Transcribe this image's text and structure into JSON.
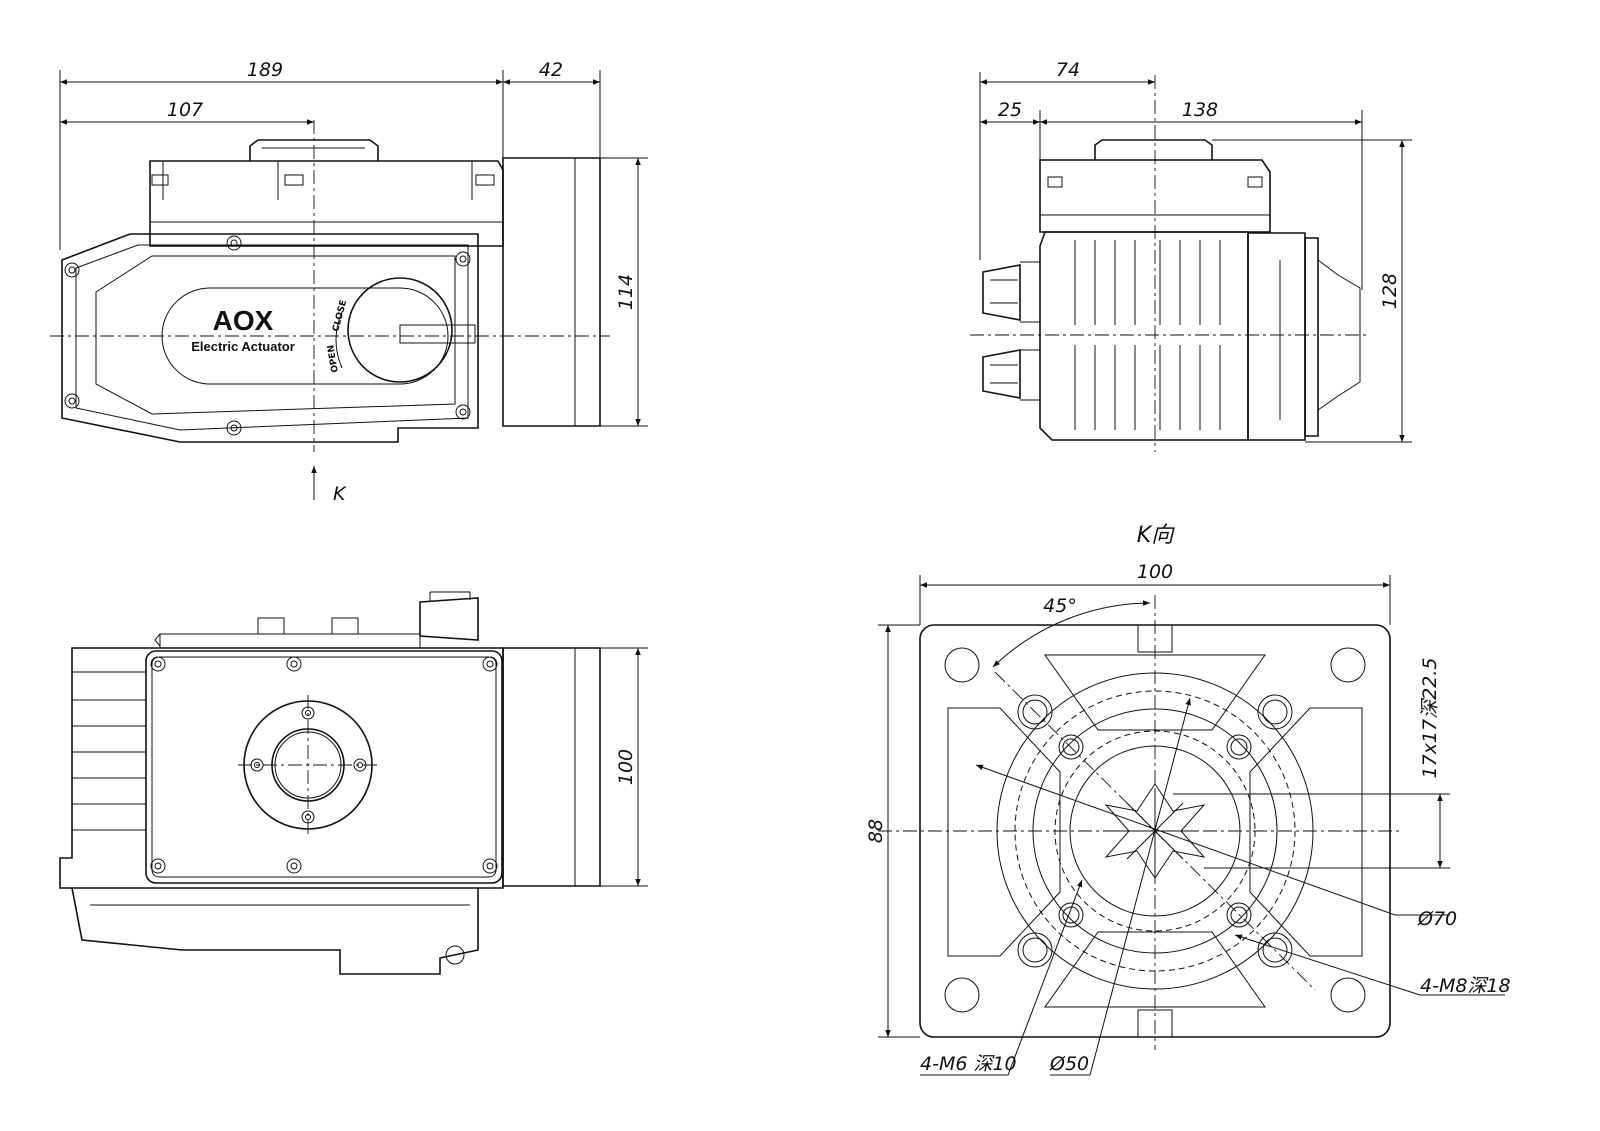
{
  "front_view": {
    "dims": {
      "overall": "189",
      "cover": "42",
      "to_center": "107",
      "height": "114"
    },
    "logo": "AOX",
    "logo_sub": "Electric Actuator",
    "open_label": "OPEN",
    "close_label": "CLOSE",
    "view_arrow": "K"
  },
  "side_view": {
    "dims": {
      "to_center": "74",
      "gland": "25",
      "width": "138",
      "height": "128"
    }
  },
  "top_view": {
    "dims": {
      "height": "100"
    }
  },
  "k_view": {
    "title": "K向",
    "dims": {
      "width": "100",
      "height": "88",
      "square": "17x17深22.5",
      "angle": "45°"
    },
    "callouts": {
      "pcd_70": "Ø70",
      "m8": "4-M8深18",
      "m6": "4-M6 深10",
      "pcd_50": "Ø50"
    }
  }
}
